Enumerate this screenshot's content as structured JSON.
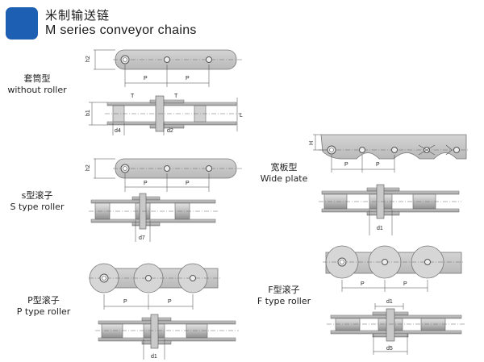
{
  "header": {
    "title_cn": "米制输送链",
    "title_en": "M series conveyor chains"
  },
  "sections": {
    "without_roller": {
      "label_cn": "套筒型",
      "label_en": "without roller"
    },
    "s_roller": {
      "label_cn": "s型滚子",
      "label_en": "S type roller"
    },
    "p_roller": {
      "label_cn": "P型滚子",
      "label_en": "P type roller"
    },
    "wide_plate": {
      "label_cn": "宽板型",
      "label_en": "Wide plate"
    },
    "f_roller": {
      "label_cn": "F型滚子",
      "label_en": "F type roller"
    }
  },
  "dims": {
    "h2": "h2",
    "P": "P",
    "T": "T",
    "b1": "b1",
    "L": "L",
    "d4": "d4",
    "d2": "d2",
    "d7": "d7",
    "d1": "d1",
    "H": "H",
    "d5": "d5"
  }
}
